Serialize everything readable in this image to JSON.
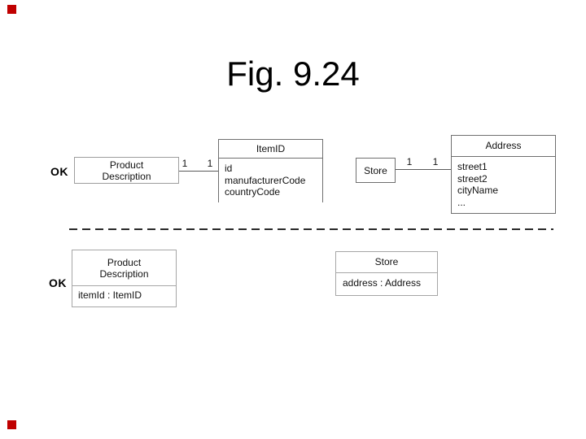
{
  "slide": {
    "title": "Fig. 9.24",
    "corner_marker_color": "#c00000"
  },
  "top_row": {
    "ok_label": "OK",
    "product_description": {
      "title_line1": "Product",
      "title_line2": "Description"
    },
    "pd_itemid_association": {
      "left_mult": "1",
      "right_mult": "1"
    },
    "item_id": {
      "title": "ItemID",
      "attributes": [
        "id",
        "manufacturerCode",
        "countryCode"
      ]
    },
    "store": {
      "title": "Store"
    },
    "store_address_association": {
      "left_mult": "1",
      "right_mult": "1"
    },
    "address": {
      "title": "Address",
      "attributes": [
        "street1",
        "street2",
        "cityName",
        "..."
      ]
    }
  },
  "bottom_row": {
    "ok_label": "OK",
    "product_description": {
      "title_line1": "Product",
      "title_line2": "Description",
      "attributes": [
        "itemId : ItemID"
      ]
    },
    "store": {
      "title": "Store",
      "attributes": [
        "address : Address"
      ]
    }
  }
}
